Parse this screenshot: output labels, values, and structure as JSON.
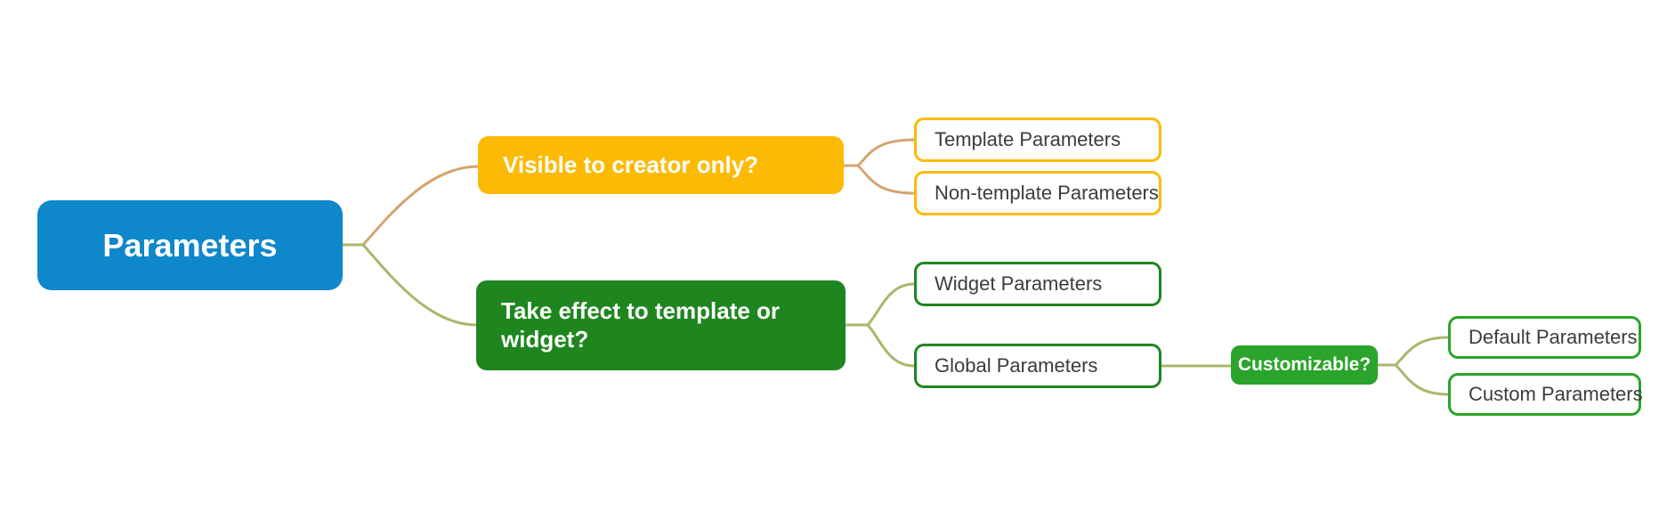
{
  "mindmap": {
    "root": {
      "label": "Parameters",
      "bg": "#0e87cb",
      "text_color": "#ffffff"
    },
    "branches": [
      {
        "label": "Visible to creator only?",
        "bg": "#fcba04",
        "text_color": "#ffffff",
        "children": [
          {
            "label": "Template Parameters",
            "border_color": "#fcba04",
            "bg": "#ffffff",
            "text_color": "#3c3c3c"
          },
          {
            "label": "Non-template Parameters",
            "border_color": "#fcba04",
            "bg": "#ffffff",
            "text_color": "#3c3c3c"
          }
        ]
      },
      {
        "label": "Take effect to template or widget?",
        "bg": "#1f861f",
        "text_color": "#ffffff",
        "children": [
          {
            "label": "Widget Parameters",
            "border_color": "#1f861f",
            "bg": "#ffffff",
            "text_color": "#3c3c3c"
          },
          {
            "label": "Global Parameters",
            "border_color": "#1f861f",
            "bg": "#ffffff",
            "text_color": "#3c3c3c",
            "children": [
              {
                "label": "Customizable?",
                "bg": "#2aa42a",
                "text_color": "#ffffff",
                "children": [
                  {
                    "label": "Default Parameters",
                    "border_color": "#2aa42a",
                    "bg": "#ffffff",
                    "text_color": "#3c3c3c"
                  },
                  {
                    "label": "Custom Parameters",
                    "border_color": "#2aa42a",
                    "bg": "#ffffff",
                    "text_color": "#3c3c3c"
                  }
                ]
              }
            ]
          }
        ]
      }
    ],
    "connector_colors": {
      "orange_branch": "#d4a470",
      "olive_branch": "#adb56b"
    }
  }
}
